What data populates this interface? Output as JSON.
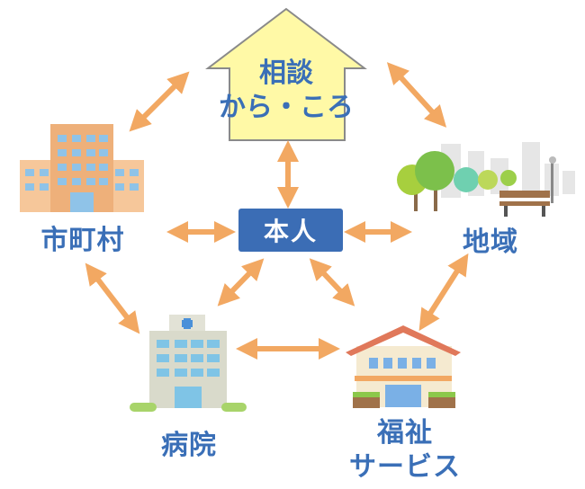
{
  "consult": {
    "line1": "相談",
    "line2": "から・ころ"
  },
  "center": "本人",
  "nodes": {
    "municipality": "市町村",
    "community": "地域",
    "hospital": "病院",
    "welfare_line1": "福祉",
    "welfare_line2": "サービス"
  },
  "colors": {
    "text": "#3a6fb7",
    "arrow": "#f2a862",
    "center_box": "#3b6db5",
    "house_fill": "#fff9a6"
  }
}
